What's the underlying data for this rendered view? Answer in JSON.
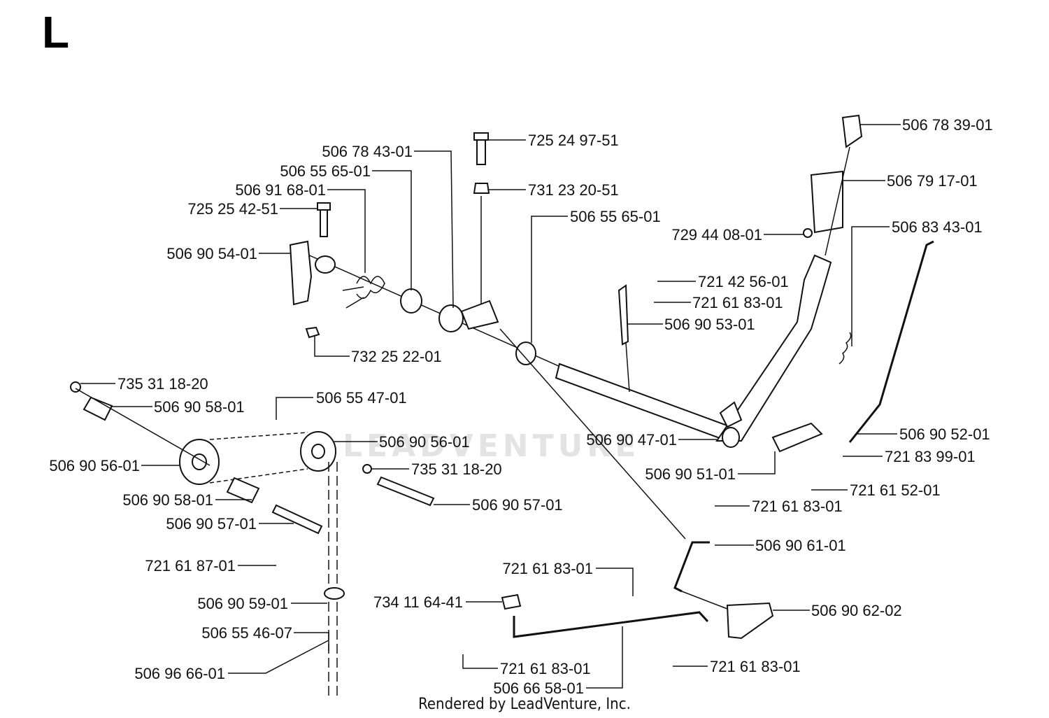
{
  "page_letter": "L",
  "footer": "Rendered by LeadVenture, Inc.",
  "watermark": "LEADVENTURE",
  "callouts": [
    {
      "id": "c1",
      "part_number": "506 78 39-01"
    },
    {
      "id": "c2",
      "part_number": "725 24 97-51"
    },
    {
      "id": "c3",
      "part_number": "506 78 43-01"
    },
    {
      "id": "c4",
      "part_number": "506 55 65-01"
    },
    {
      "id": "c5",
      "part_number": "506 91 68-01"
    },
    {
      "id": "c6",
      "part_number": "725 25 42-51"
    },
    {
      "id": "c7",
      "part_number": "731 23 20-51"
    },
    {
      "id": "c8",
      "part_number": "506 79 17-01"
    },
    {
      "id": "c9",
      "part_number": "506 55 65-01"
    },
    {
      "id": "c10",
      "part_number": "729 44 08-01"
    },
    {
      "id": "c11",
      "part_number": "506 83 43-01"
    },
    {
      "id": "c12",
      "part_number": "506 90 54-01"
    },
    {
      "id": "c13",
      "part_number": "721 42 56-01"
    },
    {
      "id": "c14",
      "part_number": "721 61 83-01"
    },
    {
      "id": "c15",
      "part_number": "506 90 53-01"
    },
    {
      "id": "c16",
      "part_number": "732 25 22-01"
    },
    {
      "id": "c17",
      "part_number": "735 31 18-20"
    },
    {
      "id": "c18",
      "part_number": "506 90 58-01"
    },
    {
      "id": "c19",
      "part_number": "506 55 47-01"
    },
    {
      "id": "c20",
      "part_number": "506 90 52-01"
    },
    {
      "id": "c21",
      "part_number": "506 90 56-01"
    },
    {
      "id": "c22",
      "part_number": "506 90 47-01"
    },
    {
      "id": "c23",
      "part_number": "506 90 56-01"
    },
    {
      "id": "c24",
      "part_number": "721 83 99-01"
    },
    {
      "id": "c25",
      "part_number": "735 31 18-20"
    },
    {
      "id": "c26",
      "part_number": "506 90 51-01"
    },
    {
      "id": "c27",
      "part_number": "721 61 52-01"
    },
    {
      "id": "c28",
      "part_number": "506 90 58-01"
    },
    {
      "id": "c29",
      "part_number": "506 90 57-01"
    },
    {
      "id": "c30",
      "part_number": "721 61 83-01"
    },
    {
      "id": "c31",
      "part_number": "506 90 57-01"
    },
    {
      "id": "c32",
      "part_number": "506 90 61-01"
    },
    {
      "id": "c33",
      "part_number": "721 61 87-01"
    },
    {
      "id": "c34",
      "part_number": "721 61 83-01"
    },
    {
      "id": "c35",
      "part_number": "506 90 59-01"
    },
    {
      "id": "c36",
      "part_number": "734 11 64-41"
    },
    {
      "id": "c37",
      "part_number": "506 90 62-02"
    },
    {
      "id": "c38",
      "part_number": "506 55 46-07"
    },
    {
      "id": "c39",
      "part_number": "721 61 83-01"
    },
    {
      "id": "c40",
      "part_number": "721 61 83-01"
    },
    {
      "id": "c41",
      "part_number": "506 96 66-01"
    },
    {
      "id": "c42",
      "part_number": "506 66 58-01"
    }
  ]
}
